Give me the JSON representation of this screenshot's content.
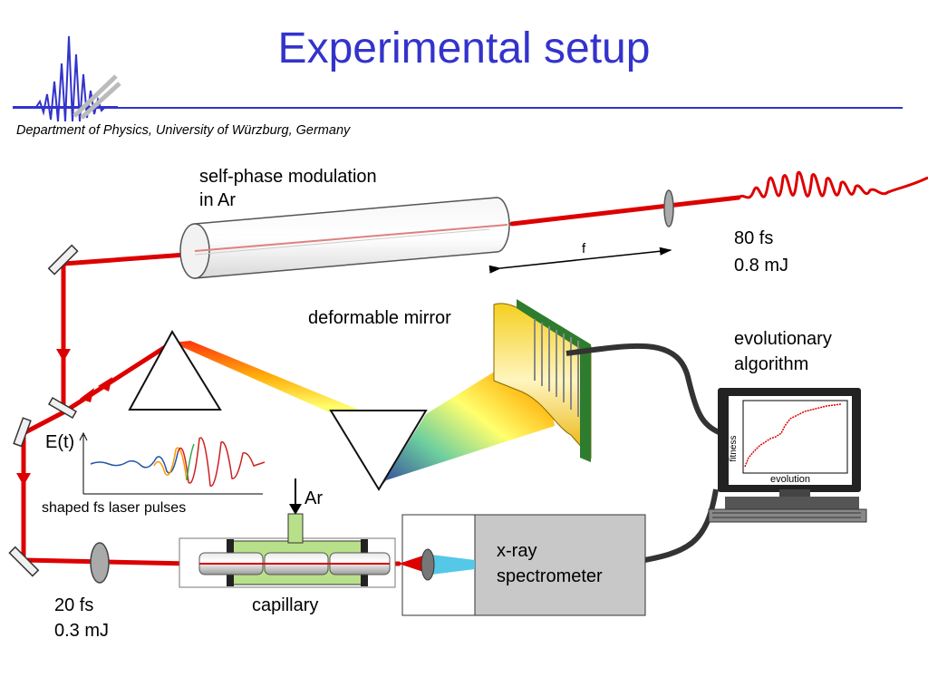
{
  "slide": {
    "title": "Experimental setup",
    "affiliation": "Department of Physics, University of Würzburg, Germany"
  },
  "diagram": {
    "spm_label_line1": "self-phase modulation",
    "spm_label_line2": "in Ar",
    "focal_label": "f",
    "input_pulse_duration": "80 fs",
    "input_pulse_energy": "0.8 mJ",
    "deformable_mirror_label": "deformable mirror",
    "algorithm_label_line1": "evolutionary",
    "algorithm_label_line2": "algorithm",
    "monitor_ylabel": "fitness",
    "monitor_xlabel": "evolution",
    "field_label": "E(t)",
    "shaped_pulses_label": "shaped fs laser pulses",
    "gas_label": "Ar",
    "capillary_label": "capillary",
    "spectrometer_line1": "x-ray",
    "spectrometer_line2": "spectrometer",
    "output_pulse_duration": "20 fs",
    "output_pulse_energy": "0.3 mJ"
  },
  "colors": {
    "title": "#3333cc",
    "laser_beam": "#dd0000",
    "capillary_green": "#b8e08a",
    "spectrometer_gray": "#c8c8c8",
    "xray_beam": "#55c8e8"
  }
}
